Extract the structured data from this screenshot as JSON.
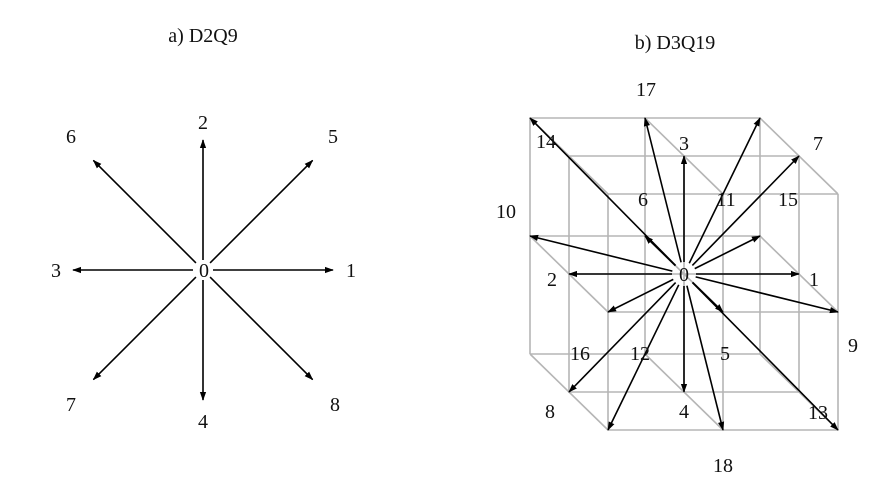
{
  "panels": [
    {
      "id": "d2q9",
      "title": "a) D2Q9",
      "center_label": "0",
      "vectors": [
        {
          "label": "1",
          "dir": [
            1,
            0
          ]
        },
        {
          "label": "2",
          "dir": [
            0,
            1
          ]
        },
        {
          "label": "3",
          "dir": [
            -1,
            0
          ]
        },
        {
          "label": "4",
          "dir": [
            0,
            -1
          ]
        },
        {
          "label": "5",
          "dir": [
            1,
            1
          ]
        },
        {
          "label": "6",
          "dir": [
            -1,
            1
          ]
        },
        {
          "label": "7",
          "dir": [
            -1,
            -1
          ]
        },
        {
          "label": "8",
          "dir": [
            1,
            -1
          ]
        }
      ]
    },
    {
      "id": "d3q19",
      "title": "b) D3Q19",
      "center_label": "0",
      "vectors": [
        {
          "label": "1",
          "dir": [
            1,
            0,
            0
          ]
        },
        {
          "label": "2",
          "dir": [
            -1,
            0,
            0
          ]
        },
        {
          "label": "3",
          "dir": [
            0,
            0,
            1
          ]
        },
        {
          "label": "4",
          "dir": [
            0,
            0,
            -1
          ]
        },
        {
          "label": "5",
          "dir": [
            0,
            -1,
            0
          ]
        },
        {
          "label": "6",
          "dir": [
            0,
            1,
            0
          ]
        },
        {
          "label": "7",
          "dir": [
            1,
            1,
            1
          ]
        },
        {
          "label": "8",
          "dir": [
            -1,
            -1,
            -1
          ]
        },
        {
          "label": "9",
          "dir": [
            1,
            -1,
            0
          ]
        },
        {
          "label": "10",
          "dir": [
            -1,
            1,
            0
          ]
        },
        {
          "label": "11",
          "dir": [
            1,
            1,
            0
          ]
        },
        {
          "label": "12",
          "dir": [
            -1,
            -1,
            0
          ]
        },
        {
          "label": "13",
          "dir": [
            1,
            -1,
            -1
          ]
        },
        {
          "label": "14",
          "dir": [
            -1,
            1,
            1
          ]
        },
        {
          "label": "15",
          "dir": [
            1,
            0,
            1
          ]
        },
        {
          "label": "16",
          "dir": [
            -1,
            0,
            -1
          ]
        },
        {
          "label": "17",
          "dir": [
            0,
            1,
            1
          ]
        },
        {
          "label": "18",
          "dir": [
            0,
            -1,
            -1
          ]
        }
      ]
    }
  ]
}
